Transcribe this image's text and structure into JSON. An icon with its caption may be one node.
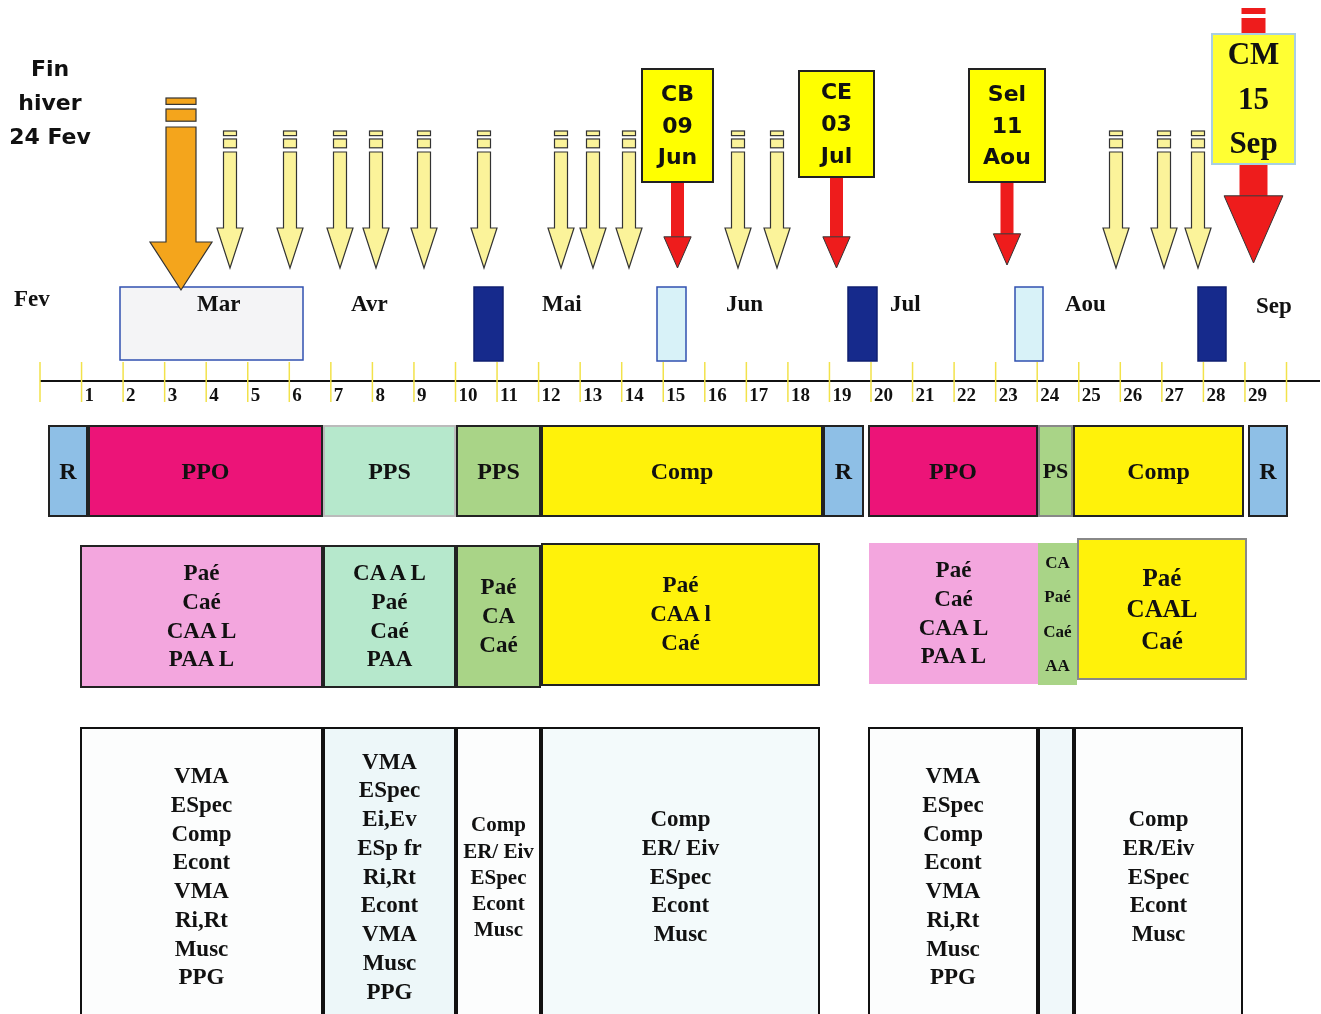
{
  "diagram": {
    "nodes": [
      {
        "text": [
          "CB 09 Jun"
        ]
      },
      {
        "text": [
          "CE 03 Jul"
        ]
      },
      {
        "text": [
          "Sel 11 Aou"
        ]
      },
      {
        "text": [
          "CM 15 Sep"
        ]
      },
      {
        "text": [
          "R"
        ]
      },
      {
        "text": [
          "PPO"
        ]
      },
      {
        "text": [
          "PPS"
        ]
      },
      {
        "text": [
          "PPS"
        ]
      },
      {
        "text": [
          "Comp"
        ]
      },
      {
        "text": [
          "R"
        ]
      },
      {
        "text": [
          "PPO"
        ]
      },
      {
        "text": [
          "PS"
        ]
      },
      {
        "text": [
          "Comp"
        ]
      },
      {
        "text": [
          "R"
        ]
      },
      {
        "text": [
          "Paé",
          "Caé",
          "CAA L",
          "PAA L"
        ]
      },
      {
        "text": [
          "CA A L",
          "Paé",
          "Caé",
          "PAA"
        ]
      },
      {
        "text": [
          "Paé",
          "CA",
          "Caé"
        ]
      },
      {
        "text": [
          "Paé",
          "CAA l",
          "Caé"
        ]
      },
      {
        "text": [
          "Paé",
          "Caé",
          "CAA L",
          "PAA L"
        ]
      },
      {
        "text": [
          "CA",
          "Paé",
          "Caé",
          "AA"
        ]
      },
      {
        "text": [
          "Paé",
          "CAAL",
          "Caé"
        ]
      },
      {
        "text": [
          "VMA",
          "ESpec",
          "Comp",
          "Econt",
          "VMA",
          "Ri,Rt",
          "Musc",
          "PPG"
        ]
      },
      {
        "text": [
          "VMA",
          "ESpec",
          "Ei,Ev",
          "ESp fr",
          "Ri,Rt",
          "Econt",
          "VMA",
          "Musc",
          "PPG"
        ]
      },
      {
        "text": [
          "Comp",
          "ER/ Eiv",
          "ESpec",
          "Econt",
          "Musc"
        ]
      },
      {
        "text": [
          "Comp",
          "ER/ Eiv",
          "ESpec",
          "Econt",
          "Musc"
        ]
      },
      {
        "text": [
          "VMA",
          "ESpec",
          "Comp",
          "Econt",
          "VMA",
          "Ri,Rt",
          "Musc",
          "PPG"
        ]
      },
      {
        "text": [],
        "shape": "box"
      },
      {
        "text": [
          "Comp",
          "ER/Eiv",
          "ESpec",
          "Econt",
          "Musc"
        ]
      }
    ],
    "edges": [
      {
        "from": 0,
        "to": null,
        "arrow": "to"
      },
      {
        "from": 1,
        "to": null,
        "arrow": "to"
      },
      {
        "from": 2,
        "to": null,
        "arrow": "to"
      },
      {
        "from": 3,
        "to": null,
        "arrow": "to",
        "style": "thick"
      }
    ],
    "labels": [
      "Fin hiver 24 Fev",
      "Fev",
      "Mar",
      "Avr",
      "Mai",
      "Jun",
      "Jul",
      "Aou",
      "Sep",
      "1",
      "2",
      "3",
      "4",
      "5",
      "6",
      "7",
      "8",
      "9",
      "10",
      "11",
      "12",
      "13",
      "14",
      "15",
      "16",
      "17",
      "18",
      "19",
      "20",
      "21",
      "22",
      "23",
      "24",
      "25",
      "26",
      "27",
      "28",
      "29"
    ]
  }
}
